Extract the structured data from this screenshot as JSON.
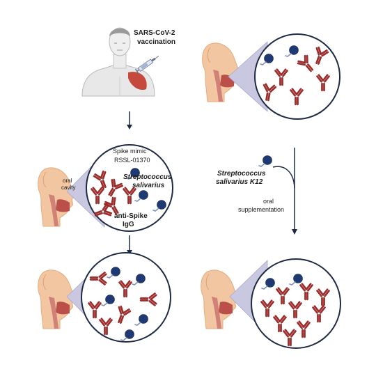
{
  "labels": {
    "vaccination_line1": "SARS-CoV-2",
    "vaccination_line2": "vaccination",
    "spike_mimic_line1": "Spike mimic",
    "spike_mimic_line2": "RSSL-01370",
    "species_line1": "Streptococcus",
    "species_line2": "salivarius",
    "oral_cavity_line1": "oral",
    "oral_cavity_line2": "cavity",
    "antibody_line1": "anti-Spike",
    "antibody_line2": "IgG",
    "k12_line1": "Streptococcus",
    "k12_line2": "salivarius K12",
    "supplement_line1": "oral",
    "supplement_line2": "supplementation"
  },
  "colors": {
    "antibody": "#a52a2a",
    "bacterium": "#1f3a73",
    "spike": "#7c93b4",
    "circle_border": "#1e2a44",
    "zoom_cone": "#c9c8e0",
    "head_skin": "#f2c6a0",
    "arrow": "#1e2a44"
  },
  "icons": [
    "person-vaccination-icon",
    "head-profile-icon",
    "bacterium-icon",
    "antibody-icon",
    "syringe-icon"
  ]
}
